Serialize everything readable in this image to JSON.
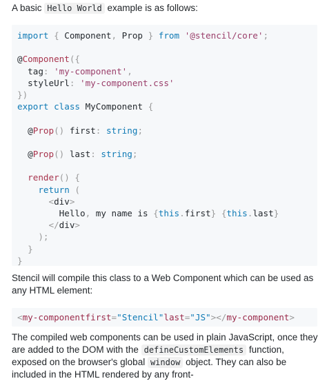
{
  "intro": {
    "before": "A basic ",
    "code": "Hello World",
    "after": " example is as follows:"
  },
  "code_block": {
    "lines": [
      [
        [
          "kw",
          "import"
        ],
        [
          "pun",
          " { "
        ],
        [
          "txt",
          "Component"
        ],
        [
          "pun",
          ", "
        ],
        [
          "txt",
          "Prop"
        ],
        [
          "pun",
          " } "
        ],
        [
          "kw",
          "from"
        ],
        [
          "txt",
          " "
        ],
        [
          "str",
          "'@stencil/core'"
        ],
        [
          "pun",
          ";"
        ]
      ],
      [],
      [
        [
          "txt",
          "@"
        ],
        [
          "dec",
          "Component"
        ],
        [
          "pun",
          "({"
        ]
      ],
      [
        [
          "txt",
          "  tag"
        ],
        [
          "pun",
          ": "
        ],
        [
          "str",
          "'my-component'"
        ],
        [
          "pun",
          ","
        ]
      ],
      [
        [
          "txt",
          "  styleUrl"
        ],
        [
          "pun",
          ": "
        ],
        [
          "str",
          "'my-component.css'"
        ]
      ],
      [
        [
          "pun",
          "})"
        ]
      ],
      [
        [
          "kw",
          "export"
        ],
        [
          "txt",
          " "
        ],
        [
          "kw",
          "class"
        ],
        [
          "txt",
          " MyComponent "
        ],
        [
          "pun",
          "{"
        ]
      ],
      [],
      [
        [
          "txt",
          "  @"
        ],
        [
          "dec",
          "Prop"
        ],
        [
          "pun",
          "()"
        ],
        [
          "txt",
          " first"
        ],
        [
          "pun",
          ": "
        ],
        [
          "kw",
          "string"
        ],
        [
          "pun",
          ";"
        ]
      ],
      [],
      [
        [
          "txt",
          "  @"
        ],
        [
          "dec",
          "Prop"
        ],
        [
          "pun",
          "()"
        ],
        [
          "txt",
          " last"
        ],
        [
          "pun",
          ": "
        ],
        [
          "kw",
          "string"
        ],
        [
          "pun",
          ";"
        ]
      ],
      [],
      [
        [
          "txt",
          "  "
        ],
        [
          "dec",
          "render"
        ],
        [
          "pun",
          "() {"
        ]
      ],
      [
        [
          "txt",
          "    "
        ],
        [
          "kw",
          "return"
        ],
        [
          "pun",
          " ("
        ]
      ],
      [
        [
          "txt",
          "      "
        ],
        [
          "pun",
          "<"
        ],
        [
          "txt",
          "div"
        ],
        [
          "pun",
          ">"
        ]
      ],
      [
        [
          "txt",
          "        Hello"
        ],
        [
          "pun",
          ","
        ],
        [
          "txt",
          " my name is "
        ],
        [
          "pun",
          "{"
        ],
        [
          "kw",
          "this"
        ],
        [
          "pun",
          "."
        ],
        [
          "txt",
          "first"
        ],
        [
          "pun",
          "}"
        ],
        [
          "txt",
          " "
        ],
        [
          "pun",
          "{"
        ],
        [
          "kw",
          "this"
        ],
        [
          "pun",
          "."
        ],
        [
          "txt",
          "last"
        ],
        [
          "pun",
          "}"
        ]
      ],
      [
        [
          "txt",
          "      "
        ],
        [
          "pun",
          "</"
        ],
        [
          "txt",
          "div"
        ],
        [
          "pun",
          ">"
        ]
      ],
      [
        [
          "txt",
          "    "
        ],
        [
          "pun",
          ");"
        ]
      ],
      [
        [
          "txt",
          "  "
        ],
        [
          "pun",
          "}"
        ]
      ],
      [
        [
          "pun",
          "}"
        ]
      ]
    ]
  },
  "para2": "Stencil will compile this class to a Web Component which can be used as any HTML element:",
  "html_block": {
    "lines": [
      [
        [
          "pun",
          "<"
        ],
        [
          "tag",
          "my-component"
        ],
        [
          "attr",
          "first"
        ],
        [
          "pun",
          "="
        ],
        [
          "aval",
          "\"Stencil\""
        ],
        [
          "attr",
          "last"
        ],
        [
          "pun",
          "="
        ],
        [
          "aval",
          "\"JS\""
        ],
        [
          "pun",
          "></"
        ],
        [
          "tag",
          "my-component"
        ],
        [
          "pun",
          ">"
        ]
      ]
    ]
  },
  "para3": {
    "t1": "The compiled web components can be used in plain JavaScript, once they are added to the DOM with the ",
    "c1": "defineCustomElements",
    "t2": " function, exposed on the browser's global ",
    "c2": "window",
    "t3": " object. They can also be included in the HTML rendered by any front-"
  }
}
